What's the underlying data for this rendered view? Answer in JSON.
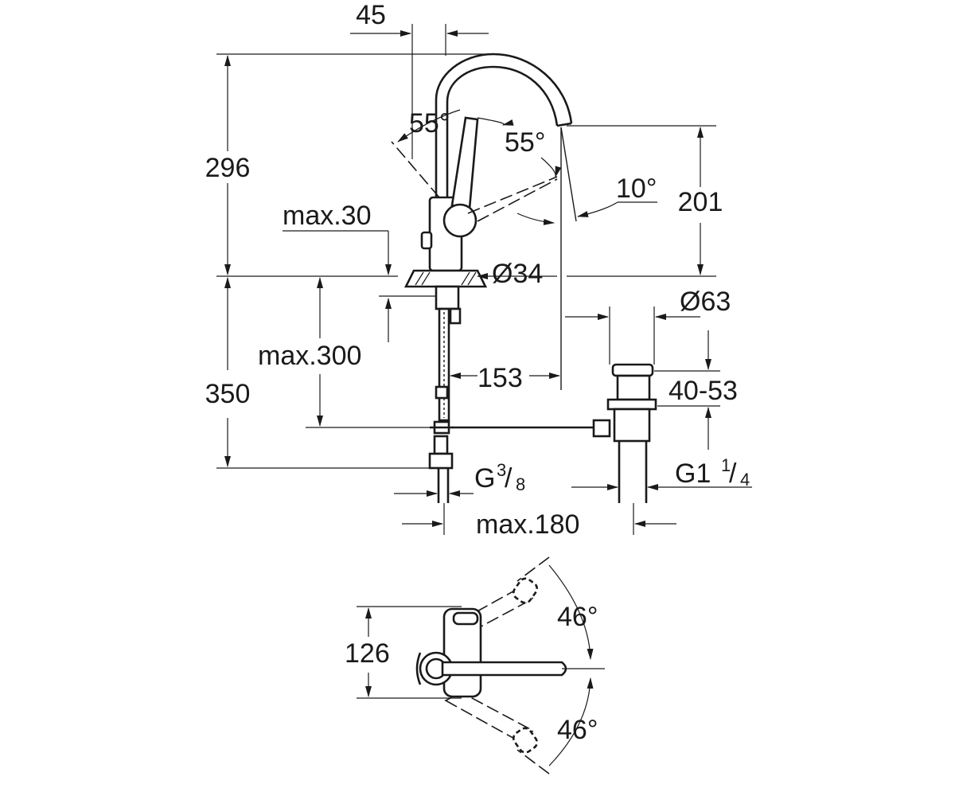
{
  "dimensions": {
    "d45": "45",
    "d296": "296",
    "d55_left": "55°",
    "d55_right": "55°",
    "d10": "10°",
    "d201": "201",
    "max30": "max.30",
    "d34": "Ø34",
    "d63": "Ø63",
    "max300": "max.300",
    "d350": "350",
    "d153": "153",
    "d40_53": "40-53",
    "g38_base": "G",
    "g38_num": "3",
    "g38_den": "8",
    "g114_base": "G1",
    "g114_num": "1",
    "g114_den": "4",
    "max180": "max.180",
    "d126": "126",
    "d46_top": "46°",
    "d46_bottom": "46°"
  }
}
